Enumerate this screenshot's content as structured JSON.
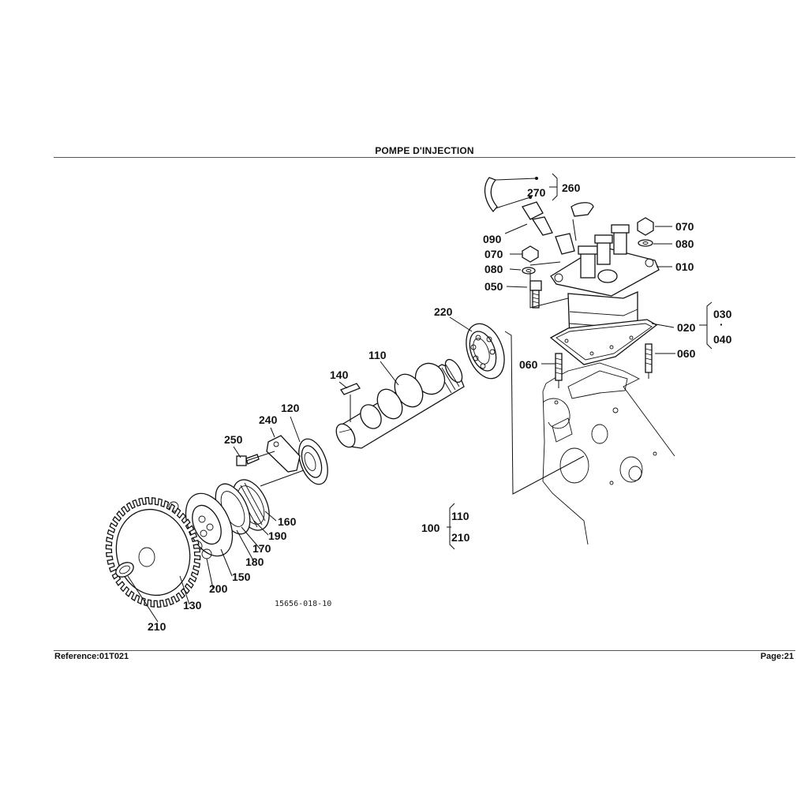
{
  "header": {
    "title": "POMPE D'INJECTION"
  },
  "footer": {
    "reference": "Reference:01T021",
    "page": "Page:21"
  },
  "drawing_code": "15656-018-10",
  "callouts": {
    "c260": "260",
    "c270": "270",
    "c090": "090",
    "c070a": "070",
    "c080a": "080",
    "c050": "050",
    "c070b": "070",
    "c080b": "080",
    "c010": "010",
    "c020": "020",
    "c030": "030",
    "c040": "040",
    "c060a": "060",
    "c060b": "060",
    "c220": "220",
    "c110": "110",
    "c140": "140",
    "c120": "120",
    "c240": "240",
    "c250": "250",
    "c160": "160",
    "c190": "190",
    "c170": "170",
    "c180": "180",
    "c150": "150",
    "c200": "200",
    "c130": "130",
    "c210": "210",
    "c100": "100",
    "c100_110": "110",
    "c100_210": "210",
    "dot": "·"
  }
}
